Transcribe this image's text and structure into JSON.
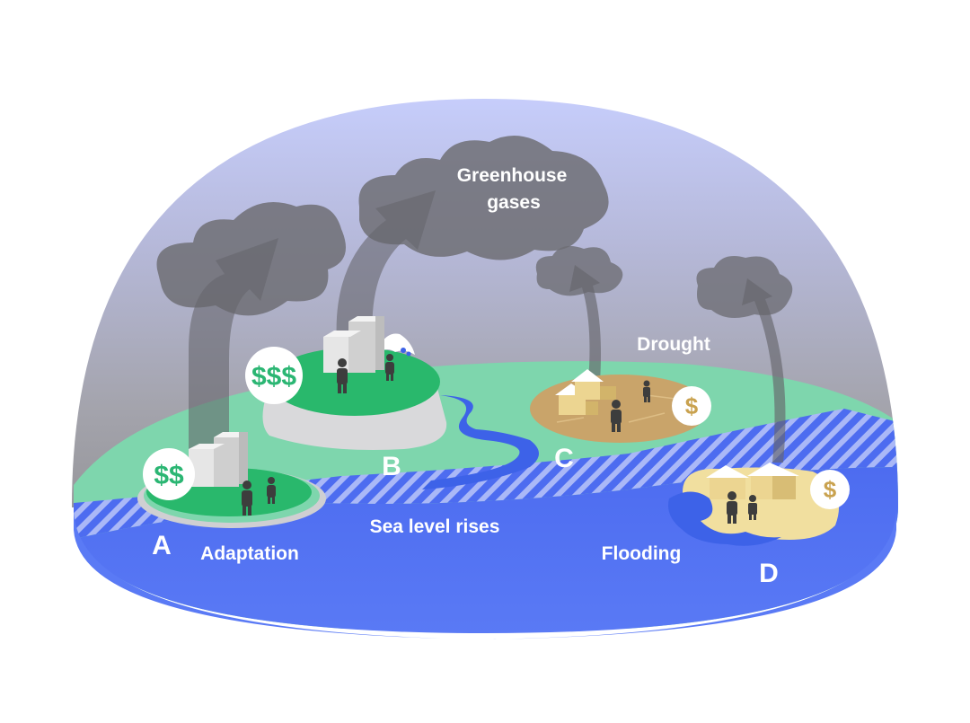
{
  "labels": {
    "greenhouse_line1": "Greenhouse",
    "greenhouse_line2": "gases",
    "drought": "Drought",
    "sea_level": "Sea level rises",
    "adaptation": "Adaptation",
    "flooding": "Flooding",
    "a": "A",
    "b": "B",
    "c": "C",
    "d": "D"
  },
  "coins": {
    "a": "$$",
    "b": "$$$",
    "c": "$",
    "d": "$"
  },
  "colors": {
    "sky_top": "#c6cdfb",
    "sky_bottom": "#9b9b9f",
    "land": "#7ed6ad",
    "island_green": "#29b86c",
    "ocean": "#5272f2",
    "cloud": "#6e6e74",
    "sand_dry": "#c9a46a",
    "sand_wet": "#f1df9f",
    "money_green": "#2bb673",
    "money_gold": "#c9a24f"
  }
}
